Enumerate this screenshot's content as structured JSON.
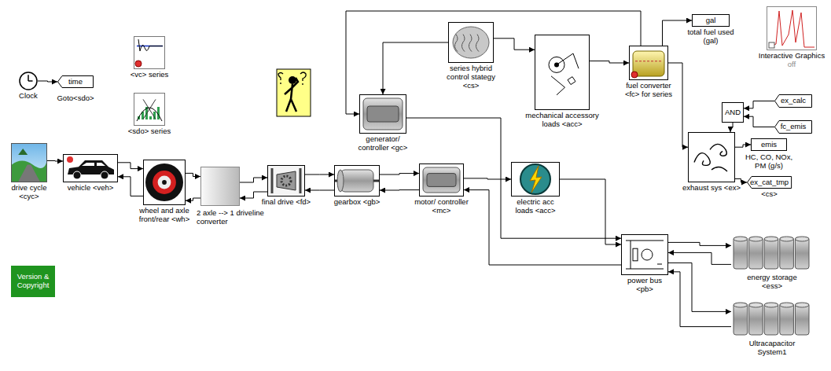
{
  "diagram": {
    "nodes": [
      {
        "text": [
          "Clock"
        ]
      },
      {
        "text": [
          "time",
          "Goto<sdo>"
        ]
      },
      {
        "text": [
          "<vc> series"
        ]
      },
      {
        "text": [
          "<sdo> series"
        ]
      },
      {
        "text": [
          "drive cycle <cyc>"
        ]
      },
      {
        "text": [
          "vehicle <veh>"
        ]
      },
      {
        "text": [
          "wheel and axle front/rear <wh>"
        ]
      },
      {
        "text": [
          "2 axle --> 1 driveline converter"
        ]
      },
      {
        "text": [
          "final drive <fd>"
        ]
      },
      {
        "text": [
          "gearbox <gb>"
        ]
      },
      {
        "text": [
          "motor/ controller <mc>"
        ]
      },
      {
        "text": [
          "electric acc loads <acc>"
        ]
      },
      {
        "text": [
          "generator/ controller <gc>"
        ]
      },
      {
        "text": [
          "series hybrid control stategy <cs>"
        ]
      },
      {
        "text": [
          "mechanical accessory loads <acc>"
        ]
      },
      {
        "text": [
          "fuel converter <fc> for series"
        ]
      },
      {
        "text": [
          "gal",
          "total fuel used (gal)"
        ]
      },
      {
        "text": [
          "Interactive Graphics",
          "off"
        ]
      },
      {
        "text": [
          "ex_calc"
        ]
      },
      {
        "text": [
          "fc_emis"
        ]
      },
      {
        "text": [
          "AND"
        ]
      },
      {
        "text": [
          "exhaust sys <ex>"
        ]
      },
      {
        "text": [
          "emis",
          "HC, CO, NOx, PM (g/s)"
        ]
      },
      {
        "text": [
          "ex_cat_tmp",
          "<cs>"
        ]
      },
      {
        "text": [
          "power bus <pb>"
        ]
      },
      {
        "text": [
          "energy storage <ess>"
        ]
      },
      {
        "text": [
          "Ultracapacitor System1"
        ]
      },
      {
        "text": [
          "Version & Copyright"
        ]
      }
    ],
    "edges": [
      {
        "from": 0,
        "to": 1,
        "arrow": "to"
      },
      {
        "from": 4,
        "to": 5,
        "arrow": "to"
      },
      {
        "from": 5,
        "to": 6,
        "arrow": "to"
      },
      {
        "from": 6,
        "to": 5,
        "arrow": "to"
      },
      {
        "from": 6,
        "to": 7,
        "arrow": "to"
      },
      {
        "from": 7,
        "to": 6,
        "arrow": "to"
      },
      {
        "from": 7,
        "to": 8,
        "arrow": "to"
      },
      {
        "from": 8,
        "to": 7,
        "arrow": "to"
      },
      {
        "from": 8,
        "to": 9,
        "arrow": "to"
      },
      {
        "from": 9,
        "to": 8,
        "arrow": "to"
      },
      {
        "from": 9,
        "to": 10,
        "arrow": "to"
      },
      {
        "from": 10,
        "to": 9,
        "arrow": "to"
      },
      {
        "from": 10,
        "to": 11,
        "arrow": "to"
      },
      {
        "from": 11,
        "to": 24,
        "arrow": "to"
      },
      {
        "from": 12,
        "to": 24,
        "arrow": "to"
      },
      {
        "from": 24,
        "to": 10,
        "arrow": "to"
      },
      {
        "from": 13,
        "to": 14,
        "arrow": "to"
      },
      {
        "from": 14,
        "to": 15,
        "arrow": "to"
      },
      {
        "from": 13,
        "to": 12,
        "arrow": "to"
      },
      {
        "from": 15,
        "to": 12,
        "arrow": "to"
      },
      {
        "from": 15,
        "to": 16,
        "arrow": "to"
      },
      {
        "from": 15,
        "to": 21,
        "arrow": "to"
      },
      {
        "from": 18,
        "to": 20,
        "arrow": "to"
      },
      {
        "from": 19,
        "to": 20,
        "arrow": "to"
      },
      {
        "from": 20,
        "to": 21,
        "arrow": "to"
      },
      {
        "from": 21,
        "to": 22,
        "arrow": "to"
      },
      {
        "from": 21,
        "to": 23,
        "arrow": "to"
      },
      {
        "from": 24,
        "to": 25,
        "arrow": "to"
      },
      {
        "from": 25,
        "to": 24,
        "arrow": "to"
      },
      {
        "from": 24,
        "to": 26,
        "arrow": "to"
      },
      {
        "from": 26,
        "to": 24,
        "arrow": "to"
      }
    ]
  }
}
